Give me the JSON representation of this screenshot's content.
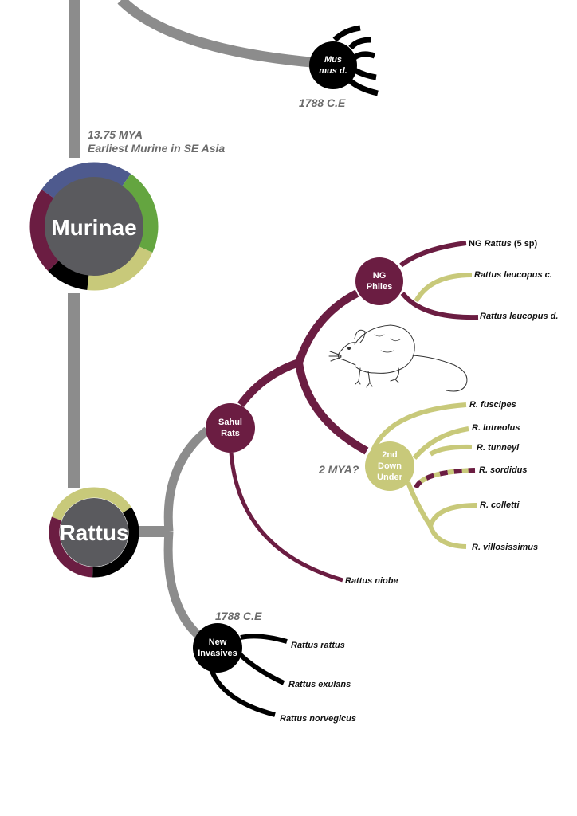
{
  "colors": {
    "grey": "#8c8c8c",
    "maroon": "#6b1d42",
    "khaki": "#c8c97a",
    "black": "#000000",
    "core": "#5a5a5e",
    "blue": "#4e5a8e",
    "green": "#64a540",
    "label": "#6b6b6b"
  },
  "annotations": {
    "mus_date": "1788 C.E",
    "murinae_mya": "13.75 MYA",
    "murinae_note": "Earliest Murine in SE Asia",
    "down_under_date": "2 MYA?",
    "invasion_date": "1788 C.E"
  },
  "nodes": {
    "murinae": "Murinae",
    "rattus": "Rattus",
    "mus_line1": "Mus",
    "mus_line2": "mus d.",
    "sahul_line1": "Sahul",
    "sahul_line2": "Rats",
    "ngphiles_line1": "NG",
    "ngphiles_line2": "Philes",
    "downunder_line1": "2nd",
    "downunder_line2": "Down",
    "downunder_line3": "Under",
    "invasives_line1": "New",
    "invasives_line2": "Invasives"
  },
  "tips": {
    "ng_rattus_prefix": "NG ",
    "ng_rattus_italic": "Rattus",
    "ng_rattus_suffix": " (5 sp)",
    "leucopus_c": "Rattus leucopus c.",
    "leucopus_d": "Rattus leucopus d.",
    "fuscipes": "R. fuscipes",
    "lutreolus": "R. lutreolus",
    "tunneyi": "R. tunneyi",
    "sordidus": "R. sordidus",
    "colletti": "R. colletti",
    "villosissimus": "R. villosissimus",
    "niobe": "Rattus niobe",
    "rattus": "Rattus rattus",
    "exulans": "Rattus exulans",
    "norvegicus": "Rattus norvegicus"
  },
  "murinae_ring": [
    {
      "color": "blue",
      "fraction": 0.25
    },
    {
      "color": "green",
      "fraction": 0.22
    },
    {
      "color": "khaki",
      "fraction": 0.2
    },
    {
      "color": "black",
      "fraction": 0.11
    },
    {
      "color": "maroon",
      "fraction": 0.22
    }
  ],
  "rattus_ring": [
    {
      "color": "khaki",
      "fraction": 0.35
    },
    {
      "color": "black",
      "fraction": 0.35
    },
    {
      "color": "maroon",
      "fraction": 0.3
    }
  ],
  "illustration": "rat-drawing"
}
